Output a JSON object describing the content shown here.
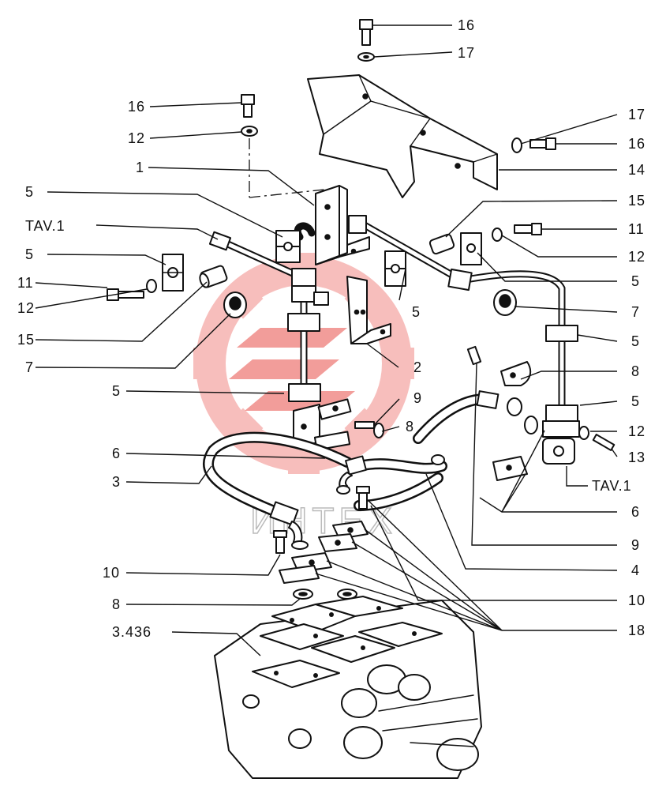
{
  "colors": {
    "ink": "#111111",
    "watermark": "#e8332f",
    "background": "#ffffff"
  },
  "watermark": {
    "text": "ИНТЕХ"
  },
  "labels": {
    "l16_top": "16",
    "l17_top": "17",
    "l16_left": "16",
    "l12_left_top": "12",
    "l1": "1",
    "l5_left_a": "5",
    "tav1_left": "TAV.1",
    "l5_left_b": "5",
    "l11_left": "11",
    "l12_left": "12",
    "l15_left": "15",
    "l7_left": "7",
    "l5_mid": "5",
    "l6_left": "6",
    "l3": "3",
    "l10_left": "10",
    "l8_left": "8",
    "l3436": "3.436",
    "l17_right": "17",
    "l16_right": "16",
    "l14": "14",
    "l15_right": "15",
    "l11_right": "11",
    "l12_right_a": "12",
    "l5_right_a": "5",
    "l7_right": "7",
    "l5_right_b": "5",
    "l8_right": "8",
    "l5_right_c": "5",
    "l12_right_b": "12",
    "l13": "13",
    "tav1_right": "TAV.1",
    "l6_right": "6",
    "l9_right": "9",
    "l4": "4",
    "l10_right": "10",
    "l18": "18",
    "l5_center": "5",
    "l2": "2",
    "l9_center": "9",
    "l8_center": "8"
  }
}
